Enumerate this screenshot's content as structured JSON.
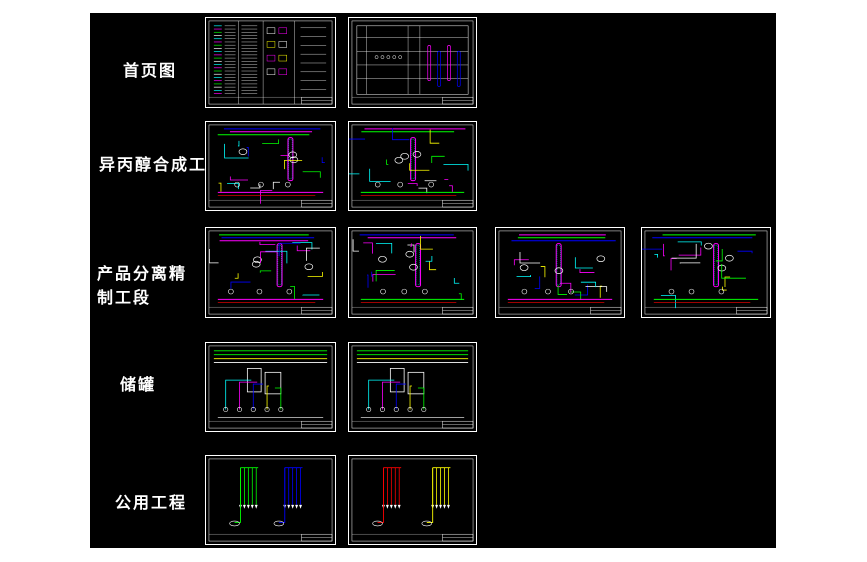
{
  "colors": {
    "background": "#000000",
    "frame": "#ffffff",
    "equipment": "#ff00ff",
    "cooling_water": "#00ffff",
    "steam": "#00ff00",
    "utility": "#ffff00",
    "process": "#0000ff",
    "alarm": "#ff0000"
  },
  "sections": [
    {
      "label": "首页图"
    },
    {
      "label": "异丙醇合成工段"
    },
    {
      "label": "产品分离精制工段"
    },
    {
      "label": "储罐"
    },
    {
      "label": "公用工程"
    }
  ]
}
